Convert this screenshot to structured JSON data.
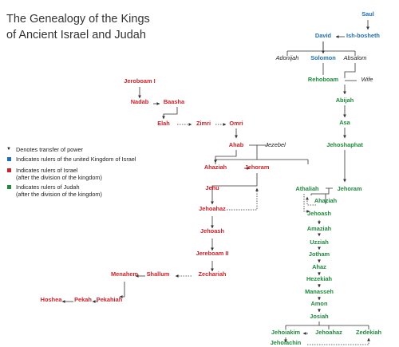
{
  "title_line1": "The Genealogy of the Kings",
  "title_line2": "of Ancient Israel and Judah",
  "colors": {
    "united": "#1f6fb5",
    "israel": "#cc2229",
    "judah": "#1e8a3c",
    "other": "#222222",
    "line": "#333333"
  },
  "legend": [
    {
      "marker": "arrow",
      "text": "Denotes transfer of power"
    },
    {
      "marker": "united",
      "text": "Indicates rulers of the united Kingdom of Israel"
    },
    {
      "marker": "israel",
      "text": "Indicates rulers of Israel",
      "sub": "(after the division of the kingdom)"
    },
    {
      "marker": "judah",
      "text": "Indicates rulers of Judah",
      "sub": "(after the division of the kingdom)"
    }
  ],
  "people": [
    {
      "id": "saul",
      "label": "Saul",
      "kind": "united"
    },
    {
      "id": "david",
      "label": "David",
      "kind": "united"
    },
    {
      "id": "ishbosheth",
      "label": "Ish-bosheth",
      "kind": "united"
    },
    {
      "id": "adonijah",
      "label": "Adonijah",
      "kind": "other"
    },
    {
      "id": "solomon",
      "label": "Solomon",
      "kind": "united"
    },
    {
      "id": "absalom",
      "label": "Absalom",
      "kind": "other"
    },
    {
      "id": "rehoboam",
      "label": "Rehoboam",
      "kind": "judah"
    },
    {
      "id": "wife",
      "label": "Wife",
      "kind": "other"
    },
    {
      "id": "abijah",
      "label": "Abijah",
      "kind": "judah"
    },
    {
      "id": "asa",
      "label": "Asa",
      "kind": "judah"
    },
    {
      "id": "jehoshaphat",
      "label": "Jehoshaphat",
      "kind": "judah"
    },
    {
      "id": "jehoram_j",
      "label": "Jehoram",
      "kind": "judah"
    },
    {
      "id": "athaliah",
      "label": "Athaliah",
      "kind": "judah"
    },
    {
      "id": "ahaziah_j",
      "label": "Ahaziah",
      "kind": "judah"
    },
    {
      "id": "jehoash_j",
      "label": "Jehoash",
      "kind": "judah"
    },
    {
      "id": "amaziah",
      "label": "Amaziah",
      "kind": "judah"
    },
    {
      "id": "uzziah",
      "label": "Uzziah",
      "kind": "judah"
    },
    {
      "id": "jotham",
      "label": "Jotham",
      "kind": "judah"
    },
    {
      "id": "ahaz",
      "label": "Ahaz",
      "kind": "judah"
    },
    {
      "id": "hezekiah",
      "label": "Hezekiah",
      "kind": "judah"
    },
    {
      "id": "manasseh",
      "label": "Manasseh",
      "kind": "judah"
    },
    {
      "id": "amon",
      "label": "Amon",
      "kind": "judah"
    },
    {
      "id": "josiah",
      "label": "Josiah",
      "kind": "judah"
    },
    {
      "id": "jehoiakim",
      "label": "Jehoiakim",
      "kind": "judah"
    },
    {
      "id": "jehoahaz_j",
      "label": "Jehoahaz",
      "kind": "judah"
    },
    {
      "id": "zedekiah",
      "label": "Zedekiah",
      "kind": "judah"
    },
    {
      "id": "jehoiachin",
      "label": "Jehoiachin",
      "kind": "judah"
    },
    {
      "id": "jeroboam1",
      "label": "Jeroboam I",
      "kind": "israel"
    },
    {
      "id": "nadab",
      "label": "Nadab",
      "kind": "israel"
    },
    {
      "id": "baasha",
      "label": "Baasha",
      "kind": "israel"
    },
    {
      "id": "elah",
      "label": "Elah",
      "kind": "israel"
    },
    {
      "id": "zimri",
      "label": "Zimri",
      "kind": "israel"
    },
    {
      "id": "omri",
      "label": "Omri",
      "kind": "israel"
    },
    {
      "id": "ahab",
      "label": "Ahab",
      "kind": "israel"
    },
    {
      "id": "jezebel",
      "label": "Jezebel",
      "kind": "other"
    },
    {
      "id": "ahaziah_i",
      "label": "Ahaziah",
      "kind": "israel"
    },
    {
      "id": "jehoram_i",
      "label": "Jehoram",
      "kind": "israel"
    },
    {
      "id": "jehu",
      "label": "Jehu",
      "kind": "israel"
    },
    {
      "id": "jehoahaz_i",
      "label": "Jehoahaz",
      "kind": "israel"
    },
    {
      "id": "jehoash_i",
      "label": "Jehoash",
      "kind": "israel"
    },
    {
      "id": "jeroboam2",
      "label": "Jereboam II",
      "kind": "israel"
    },
    {
      "id": "zechariah",
      "label": "Zechariah",
      "kind": "israel"
    },
    {
      "id": "shallum",
      "label": "Shallum",
      "kind": "israel"
    },
    {
      "id": "menahem",
      "label": "Menahem",
      "kind": "israel"
    },
    {
      "id": "pekahiah",
      "label": "Pekahiah",
      "kind": "israel"
    },
    {
      "id": "pekah",
      "label": "Pekah",
      "kind": "israel"
    },
    {
      "id": "hoshea",
      "label": "Hoshea",
      "kind": "israel"
    }
  ],
  "successions": [
    [
      "saul",
      "ishbosheth"
    ],
    [
      "ishbosheth",
      "david"
    ],
    [
      "david",
      "solomon"
    ],
    [
      "solomon",
      "rehoboam"
    ],
    [
      "rehoboam",
      "abijah"
    ],
    [
      "abijah",
      "asa"
    ],
    [
      "asa",
      "jehoshaphat"
    ],
    [
      "jehoshaphat",
      "jehoram_j"
    ],
    [
      "jehoram_j",
      "ahaziah_j"
    ],
    [
      "ahaziah_j",
      "athaliah"
    ],
    [
      "athaliah",
      "jehoash_j"
    ],
    [
      "jehoash_j",
      "amaziah"
    ],
    [
      "amaziah",
      "uzziah"
    ],
    [
      "uzziah",
      "jotham"
    ],
    [
      "jotham",
      "ahaz"
    ],
    [
      "ahaz",
      "hezekiah"
    ],
    [
      "hezekiah",
      "manasseh"
    ],
    [
      "manasseh",
      "amon"
    ],
    [
      "amon",
      "josiah"
    ],
    [
      "josiah",
      "jehoahaz_j"
    ],
    [
      "jehoahaz_j",
      "jehoiakim"
    ],
    [
      "jehoiakim",
      "jehoiachin"
    ],
    [
      "jehoiachin",
      "zedekiah"
    ],
    [
      "jeroboam1",
      "nadab"
    ],
    [
      "nadab",
      "baasha"
    ],
    [
      "baasha",
      "elah"
    ],
    [
      "elah",
      "zimri"
    ],
    [
      "zimri",
      "omri"
    ],
    [
      "omri",
      "ahab"
    ],
    [
      "ahab",
      "ahaziah_i"
    ],
    [
      "ahaziah_i",
      "jehoram_i"
    ],
    [
      "jehoram_i",
      "jehu"
    ],
    [
      "jehu",
      "jehoahaz_i"
    ],
    [
      "jehoahaz_i",
      "jehoash_i"
    ],
    [
      "jehoash_i",
      "jeroboam2"
    ],
    [
      "jeroboam2",
      "zechariah"
    ],
    [
      "zechariah",
      "shallum"
    ],
    [
      "shallum",
      "menahem"
    ],
    [
      "menahem",
      "pekahiah"
    ],
    [
      "pekahiah",
      "pekah"
    ],
    [
      "pekah",
      "hoshea"
    ]
  ],
  "families": [
    {
      "parents": [
        "david"
      ],
      "children": [
        "adonijah",
        "solomon",
        "absalom"
      ]
    },
    {
      "parents": [
        "ahab",
        "jezebel"
      ],
      "children": [
        "ahaziah_i",
        "jehoram_i",
        "athaliah"
      ]
    },
    {
      "parents": [
        "josiah"
      ],
      "children": [
        "jehoiakim",
        "jehoahaz_j",
        "zedekiah"
      ]
    },
    {
      "parents": [
        "absalom"
      ],
      "children": [
        "wife"
      ]
    },
    {
      "parents": [
        "jehoram_j",
        "athaliah"
      ],
      "children": [
        "ahaziah_j"
      ]
    }
  ]
}
